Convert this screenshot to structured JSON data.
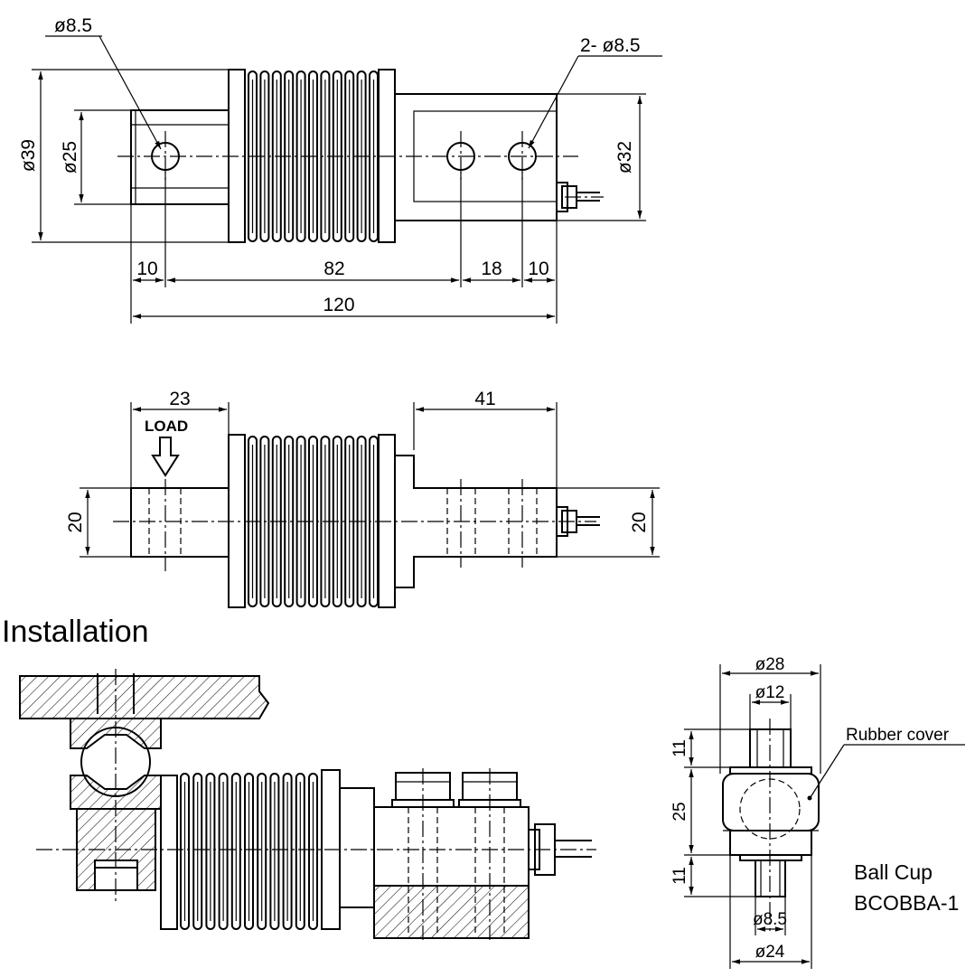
{
  "top_view": {
    "dia_hole_left": "ø8.5",
    "dia_holes_right": "2-  ø8.5",
    "dia_39": "ø39",
    "dia_25": "ø25",
    "dia_32": "ø32",
    "dim_10_left": "10",
    "dim_82": "82",
    "dim_18": "18",
    "dim_10_right": "10",
    "dim_120": "120"
  },
  "side_view": {
    "dim_23": "23",
    "dim_41": "41",
    "load_label": "LOAD",
    "dim_20_left": "20",
    "dim_20_right": "20"
  },
  "installation": {
    "title": "Installation"
  },
  "ball_cup": {
    "dia_28": "ø28",
    "dia_12": "ø12",
    "dim_11_top": "11",
    "dim_25": "25",
    "dim_11_bottom": "11",
    "dia_8_5": "ø8.5",
    "dia_24": "ø24",
    "rubber_cover_label": "Rubber cover",
    "name_line1": "Ball Cup",
    "name_line2": "BCOBBA-1"
  }
}
